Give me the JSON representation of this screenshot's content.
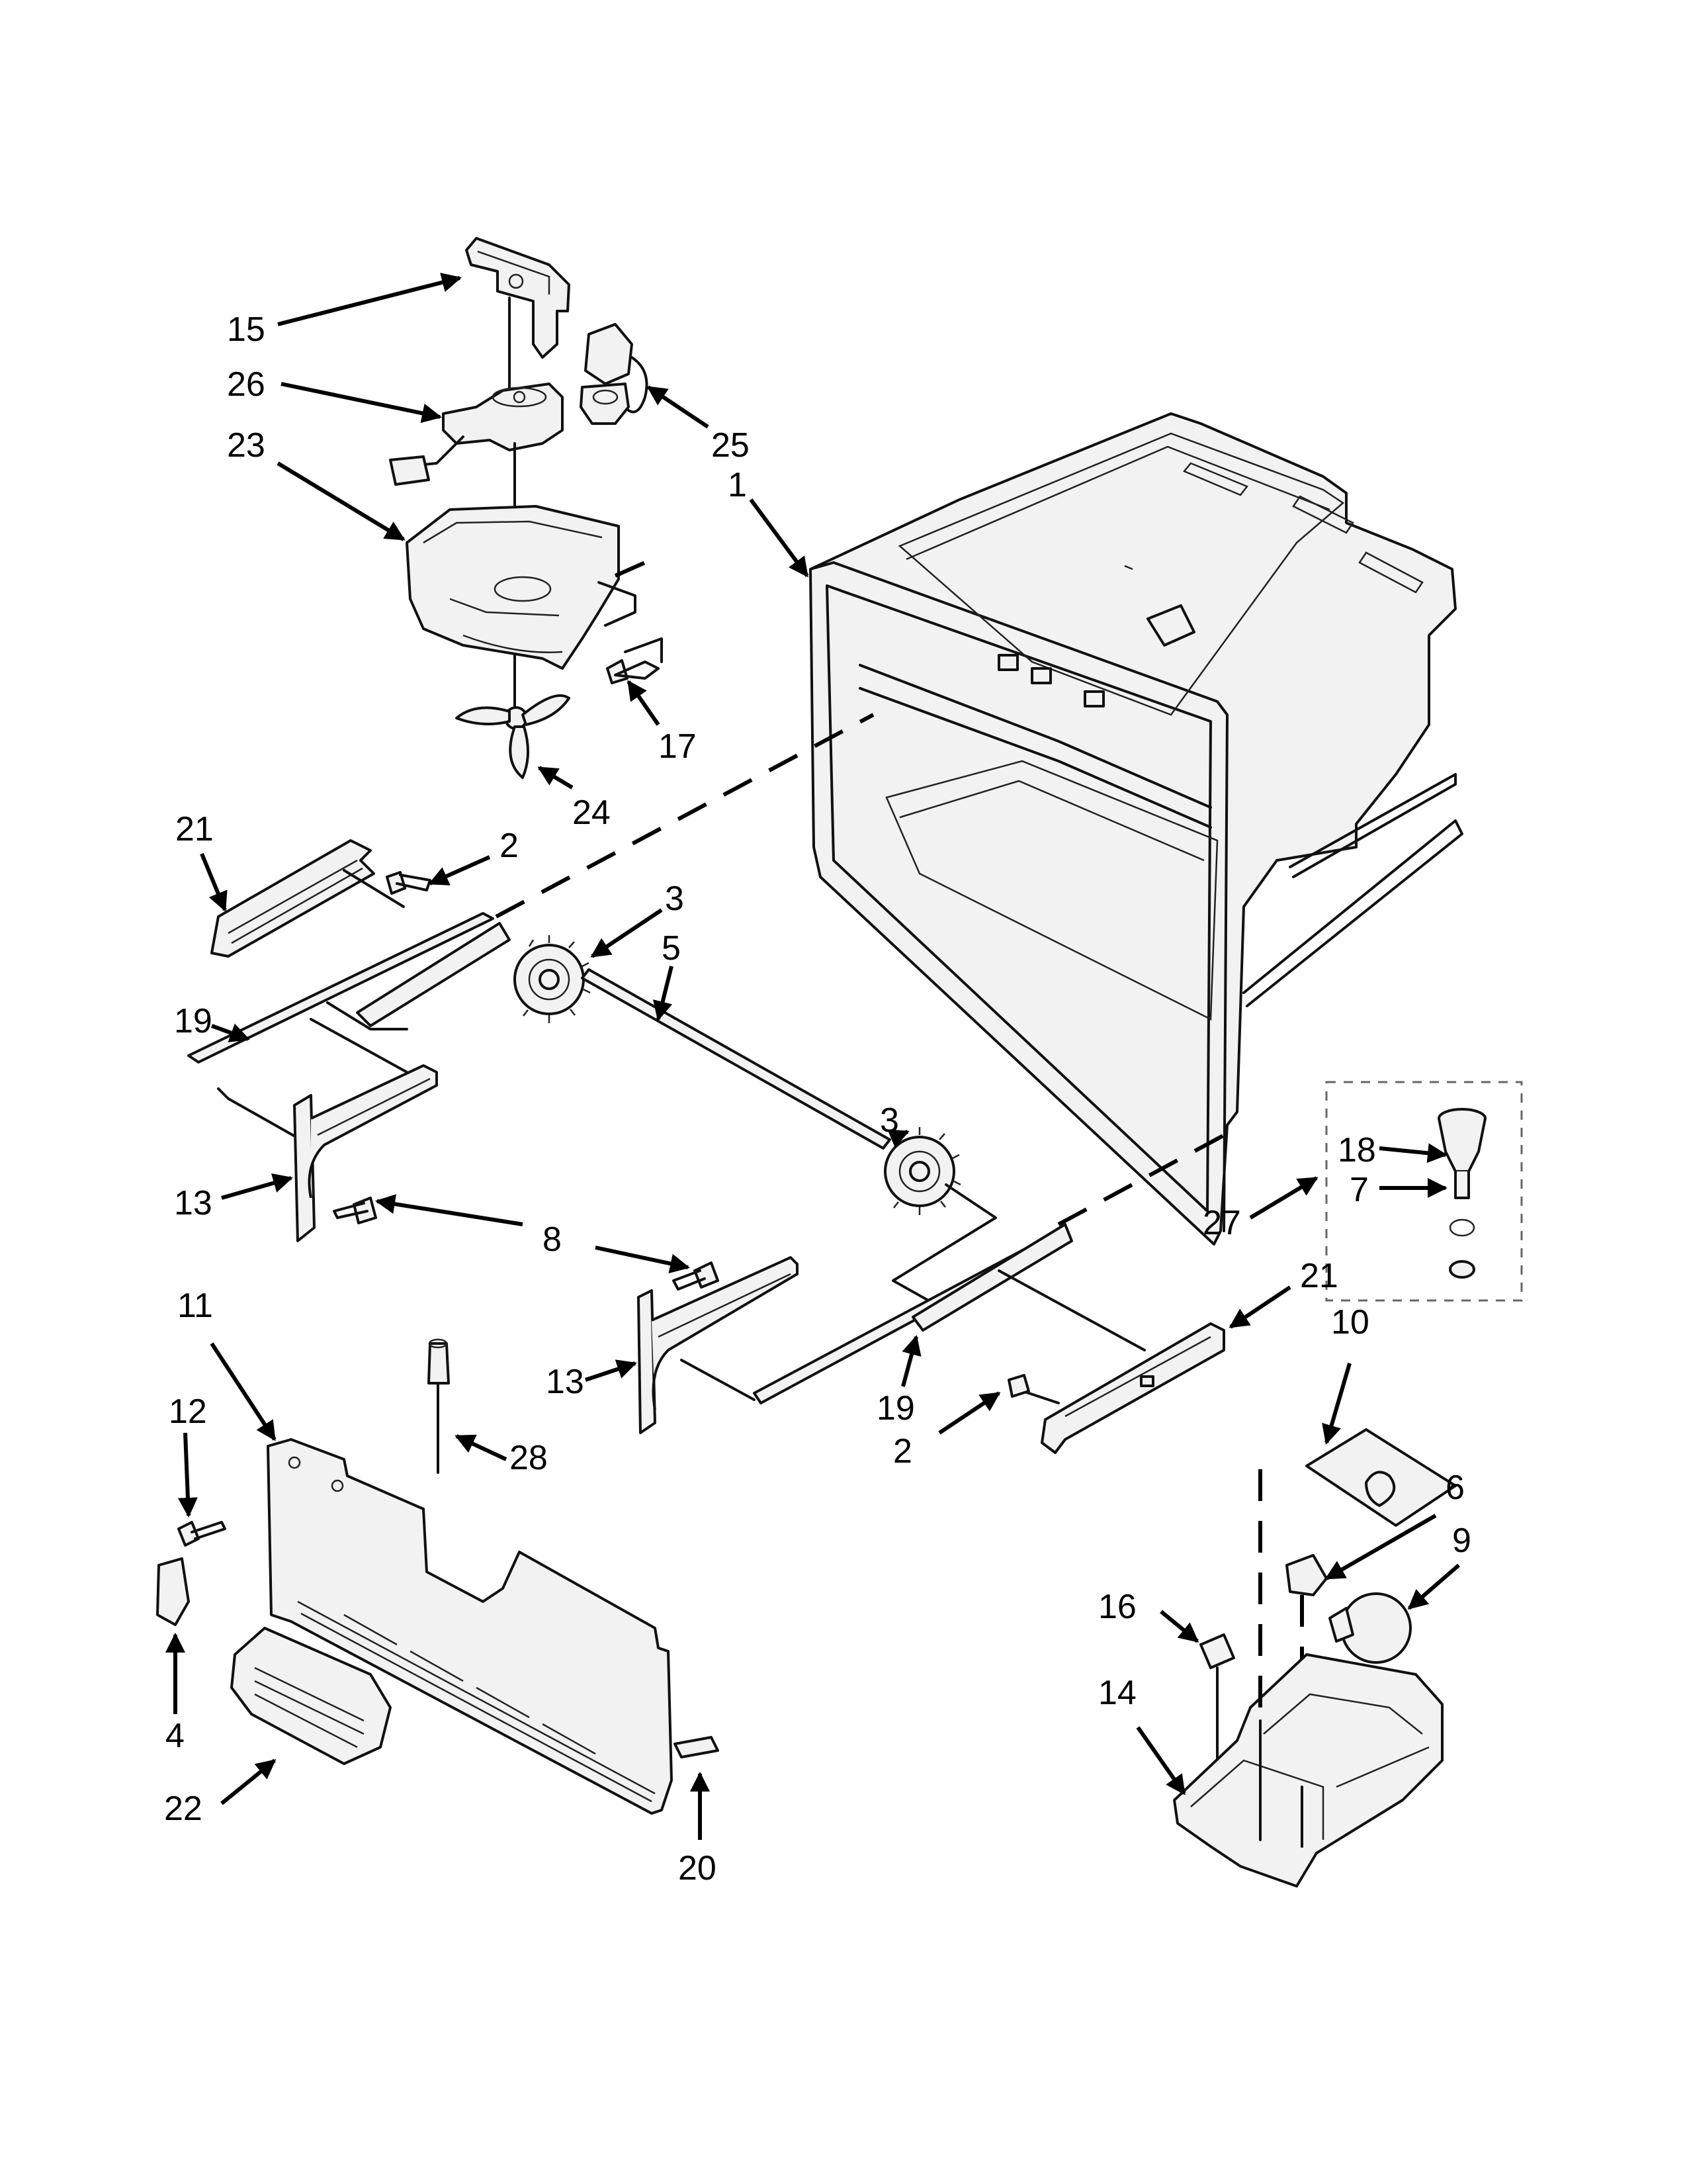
{
  "diagram": {
    "callouts": [
      {
        "id": "c15a",
        "label": "15"
      },
      {
        "id": "c26",
        "label": "26"
      },
      {
        "id": "c23",
        "label": "23"
      },
      {
        "id": "c25",
        "label": "25"
      },
      {
        "id": "c1",
        "label": "1"
      },
      {
        "id": "c17",
        "label": "17"
      },
      {
        "id": "c24",
        "label": "24"
      },
      {
        "id": "c21a",
        "label": "21"
      },
      {
        "id": "c2a",
        "label": "2"
      },
      {
        "id": "c3a",
        "label": "3"
      },
      {
        "id": "c5",
        "label": "5"
      },
      {
        "id": "c19a",
        "label": "19"
      },
      {
        "id": "c3b",
        "label": "3"
      },
      {
        "id": "c13a",
        "label": "13"
      },
      {
        "id": "c8",
        "label": "8"
      },
      {
        "id": "c18",
        "label": "18"
      },
      {
        "id": "c7",
        "label": "7"
      },
      {
        "id": "c27",
        "label": "27"
      },
      {
        "id": "c11",
        "label": "11"
      },
      {
        "id": "c21b",
        "label": "21"
      },
      {
        "id": "c10",
        "label": "10"
      },
      {
        "id": "c13b",
        "label": "13"
      },
      {
        "id": "c19b",
        "label": "19"
      },
      {
        "id": "c12",
        "label": "12"
      },
      {
        "id": "c28",
        "label": "28"
      },
      {
        "id": "c2b",
        "label": "2"
      },
      {
        "id": "c6",
        "label": "6"
      },
      {
        "id": "c9",
        "label": "9"
      },
      {
        "id": "c16",
        "label": "16"
      },
      {
        "id": "c4",
        "label": "4"
      },
      {
        "id": "c14",
        "label": "14"
      },
      {
        "id": "c22",
        "label": "22"
      },
      {
        "id": "c20",
        "label": "20"
      }
    ]
  }
}
